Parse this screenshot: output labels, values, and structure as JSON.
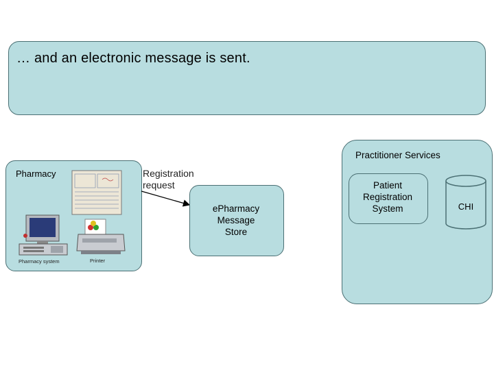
{
  "banner": {
    "text": "… and an electronic message is sent."
  },
  "practitioner_services": {
    "label": "Practitioner Services",
    "registration_system": [
      "Patient",
      "Registration",
      "System"
    ],
    "chi": "CHI"
  },
  "pharmacy": {
    "label": "Pharmacy",
    "system_caption": "Pharmacy system",
    "printer_caption": "Printer"
  },
  "message": {
    "lines": [
      "Registration",
      "request"
    ]
  },
  "store": {
    "lines": [
      "ePharmacy",
      "Message",
      "Store"
    ]
  },
  "colors": {
    "box_fill": "#b8dde0",
    "box_border": "#4a6f73",
    "arrow": "#000000"
  }
}
